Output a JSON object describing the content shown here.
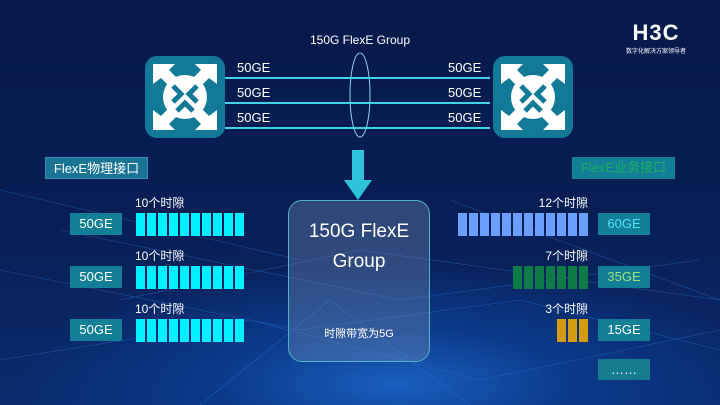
{
  "group_title": "150G FlexE Group",
  "logo": {
    "brand": "H3C",
    "slogan": "数字化解决方案领导者"
  },
  "links": {
    "left": [
      "50GE",
      "50GE",
      "50GE"
    ],
    "right": [
      "50GE",
      "50GE",
      "50GE"
    ]
  },
  "physical": {
    "title": "FlexE物理接口",
    "rows": [
      {
        "port": "50GE",
        "slots_label": "10个时隙",
        "slots": 10
      },
      {
        "port": "50GE",
        "slots_label": "10个时隙",
        "slots": 10
      },
      {
        "port": "50GE",
        "slots_label": "10个时隙",
        "slots": 10
      }
    ]
  },
  "group_box": {
    "line1": "150G FlexE",
    "line2": "Group",
    "note": "时隙带宽为5G"
  },
  "service": {
    "title": "FlexE业务接口",
    "rows": [
      {
        "port": "60GE",
        "slots_label": "12个时隙",
        "slots": 12,
        "color": "#6a9eff",
        "text_color": "#4fe3f0"
      },
      {
        "port": "35GE",
        "slots_label": "7个时隙",
        "slots": 7,
        "color": "#0e7a48",
        "text_color": "#9ee07a"
      },
      {
        "port": "15GE",
        "slots_label": "3个时隙",
        "slots": 3,
        "color": "#d49a10",
        "text_color": "#ffffff"
      }
    ],
    "more": "……"
  },
  "colors": {
    "physical_slot": "#00f0ff",
    "teal": "#137f96"
  }
}
